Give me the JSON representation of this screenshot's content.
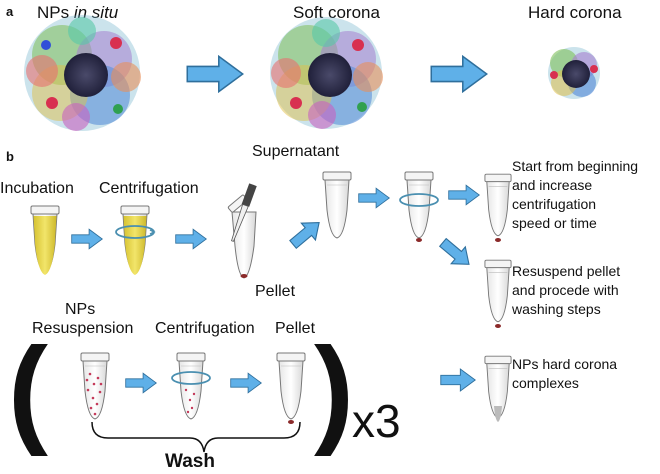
{
  "panel_a": {
    "label": "a",
    "stages": [
      {
        "title_prefix": "NPs ",
        "title_italic": "in situ"
      },
      {
        "title": "Soft corona"
      },
      {
        "title": "Hard corona"
      }
    ]
  },
  "panel_b": {
    "label": "b",
    "incubation": "Incubation",
    "centrifugation": "Centrifugation",
    "supernatant": "Supernatant",
    "pellet": "Pellet",
    "outcome_1": [
      "Start from beginning",
      "and increase",
      "centrifugation",
      "speed or time"
    ],
    "outcome_2": [
      "Resuspend pellet",
      "and procede with",
      "washing steps"
    ],
    "outcome_3": [
      "NPs hard corona",
      "complexes"
    ],
    "wash": {
      "resuspension_line1": "NPs",
      "resuspension_line2": "Resuspension",
      "centrifugation": "Centrifugation",
      "pellet": "Pellet",
      "open_paren": "(",
      "close_paren": ")",
      "repeat": "x3",
      "label": "Wash"
    }
  },
  "colors": {
    "arrow_fill": "#5fb0e8",
    "arrow_stroke": "#2f6f9c",
    "supernatant_yellow": "#e8d84a",
    "nanoparticle_core": "#3a3a5a",
    "pellet": "#8b2a2a",
    "wash_particles": "#c43a5a"
  }
}
